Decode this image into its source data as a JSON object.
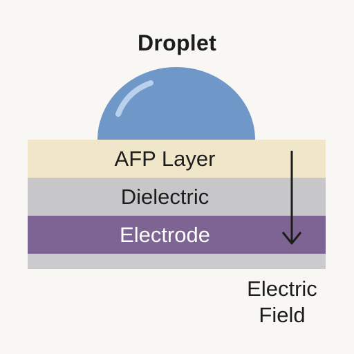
{
  "title": "Droplet",
  "layers": {
    "afp": "AFP Layer",
    "dielectric": "Dielectric",
    "electrode": "Electrode"
  },
  "field_label": {
    "line1": "Electric",
    "line2": "Field"
  },
  "colors": {
    "droplet": "#6f98c8",
    "afp": "#f0e6c9",
    "dielectric": "#c7c7c9",
    "electrode": "#7e6493",
    "substrate": "#cbcbcd",
    "arrow": "#1c1c1c"
  }
}
